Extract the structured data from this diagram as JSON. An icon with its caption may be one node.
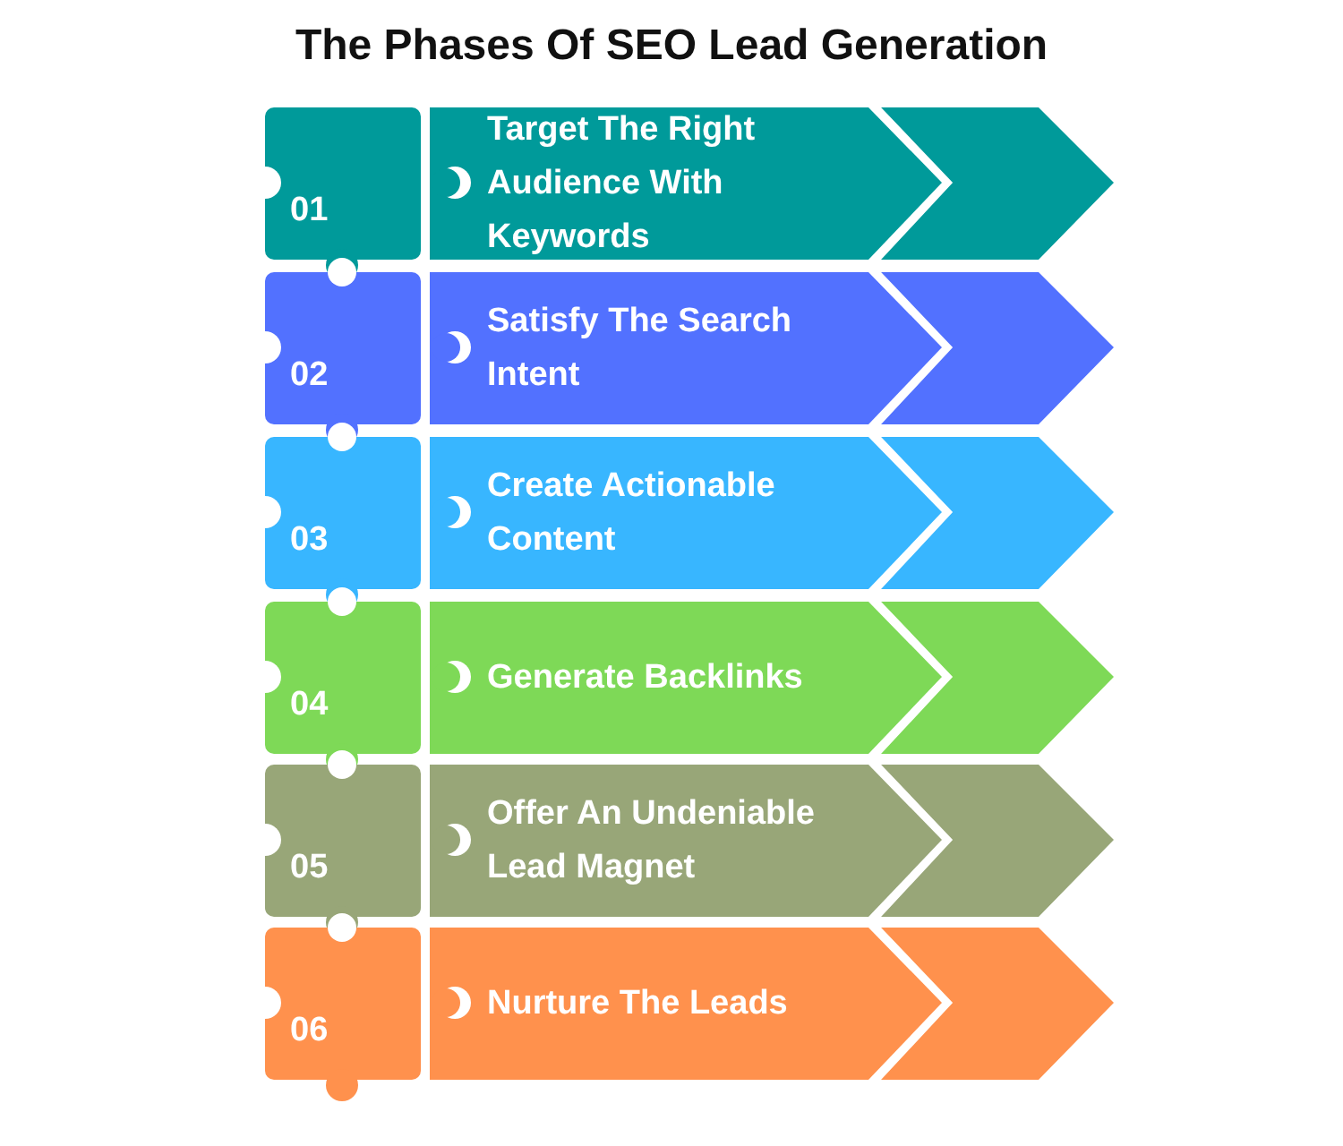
{
  "diagram": {
    "title": "The Phases Of SEO Lead Generation",
    "nodes": [
      {
        "text": [
          "01"
        ]
      },
      {
        "text": [
          "Target The Right Audience With Keywords"
        ]
      },
      {
        "text": [
          "02"
        ]
      },
      {
        "text": [
          "Satisfy The Search Intent"
        ]
      },
      {
        "text": [
          "03"
        ]
      },
      {
        "text": [
          "Create Actionable Content"
        ]
      },
      {
        "text": [
          "04"
        ]
      },
      {
        "text": [
          "Generate Backlinks"
        ]
      },
      {
        "text": [
          "05"
        ]
      },
      {
        "text": [
          "Offer An Undeniable Lead Magnet"
        ]
      },
      {
        "text": [
          "06"
        ]
      },
      {
        "text": [
          "Nurture The Leads"
        ]
      }
    ]
  }
}
